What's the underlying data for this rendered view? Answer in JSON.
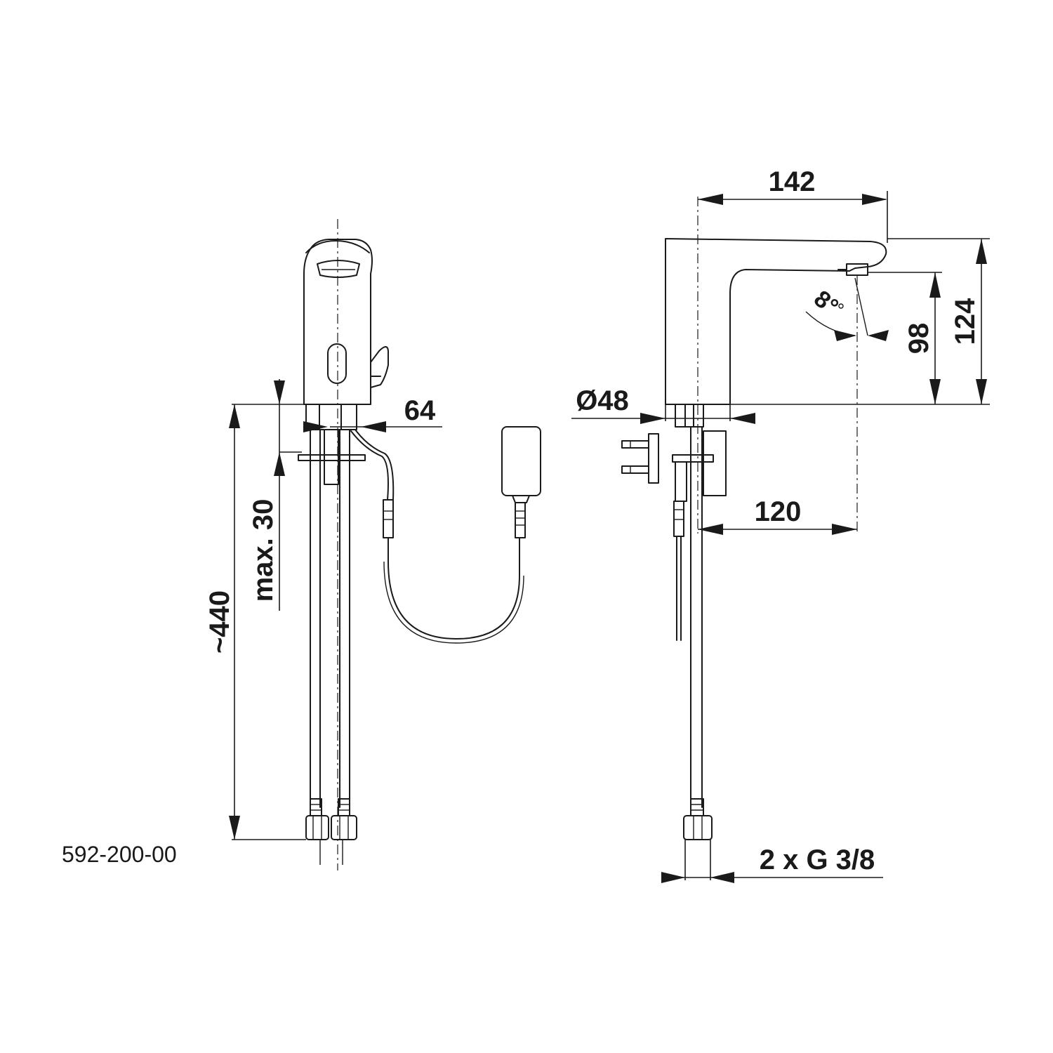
{
  "drawing": {
    "part_number": "592-200-00",
    "dimensions": {
      "spout_reach": "142",
      "total_height": "124",
      "outlet_height": "98",
      "body_diameter": "Ø48",
      "outlet_offset": "120",
      "hose_length": "~440",
      "max_counter_thickness": "max. 30",
      "side_width": "64",
      "connections": "2 x G 3/8",
      "spray_angle": "8°"
    }
  }
}
